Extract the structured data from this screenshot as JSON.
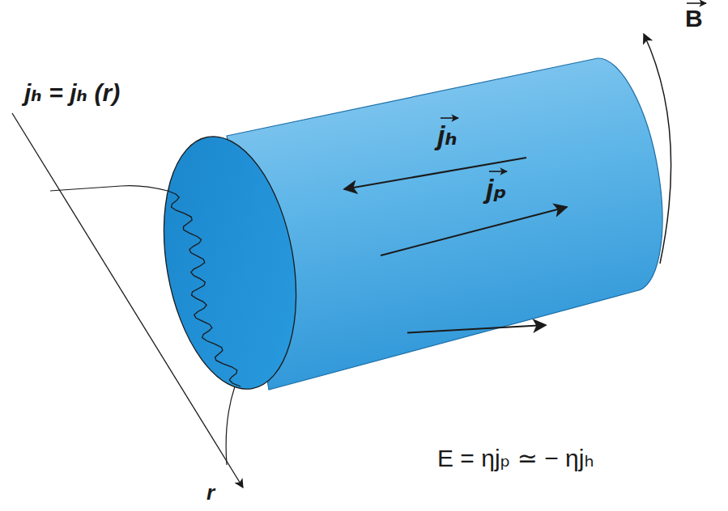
{
  "diagram": {
    "labels": [
      "jₕ = jₕ (r)",
      "jₕ",
      "jₚ",
      "B",
      "E = ηjₚ ≃ − ηjₕ",
      "r"
    ]
  }
}
